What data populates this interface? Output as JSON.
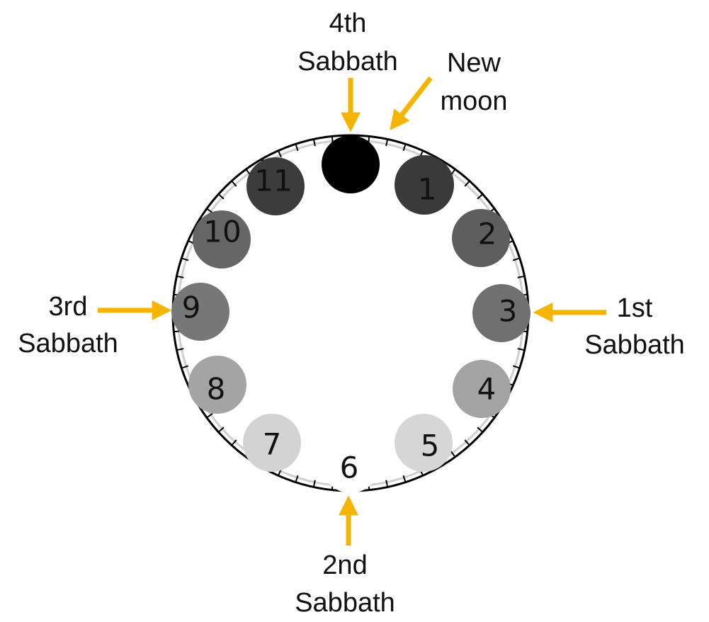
{
  "colors": {
    "arrow": "#F5B400",
    "rim": "#000000",
    "inner_ring": "#cfcfcf"
  },
  "new_moon": {
    "fill": "#000000"
  },
  "phases": [
    {
      "label": "1",
      "fill": "#3a3a3a"
    },
    {
      "label": "2",
      "fill": "#5e5e5e"
    },
    {
      "label": "3",
      "fill": "#707070"
    },
    {
      "label": "4",
      "fill": "#a3a3a3"
    },
    {
      "label": "5",
      "fill": "#d6d6d6"
    },
    {
      "label": "6",
      "fill": "#ffffff"
    },
    {
      "label": "7",
      "fill": "#d3d3d3"
    },
    {
      "label": "8",
      "fill": "#a4a4a4"
    },
    {
      "label": "9",
      "fill": "#777777"
    },
    {
      "label": "10",
      "fill": "#666666"
    },
    {
      "label": "11",
      "fill": "#3c3c3c"
    }
  ],
  "callouts": {
    "fourth_sabbath": [
      "4th",
      "Sabbath"
    ],
    "new_moon": [
      "New",
      "moon"
    ],
    "first_sabbath": [
      "1st",
      "Sabbath"
    ],
    "second_sabbath": [
      "2nd",
      "Sabbath"
    ],
    "third_sabbath": [
      "3rd",
      "Sabbath"
    ]
  }
}
